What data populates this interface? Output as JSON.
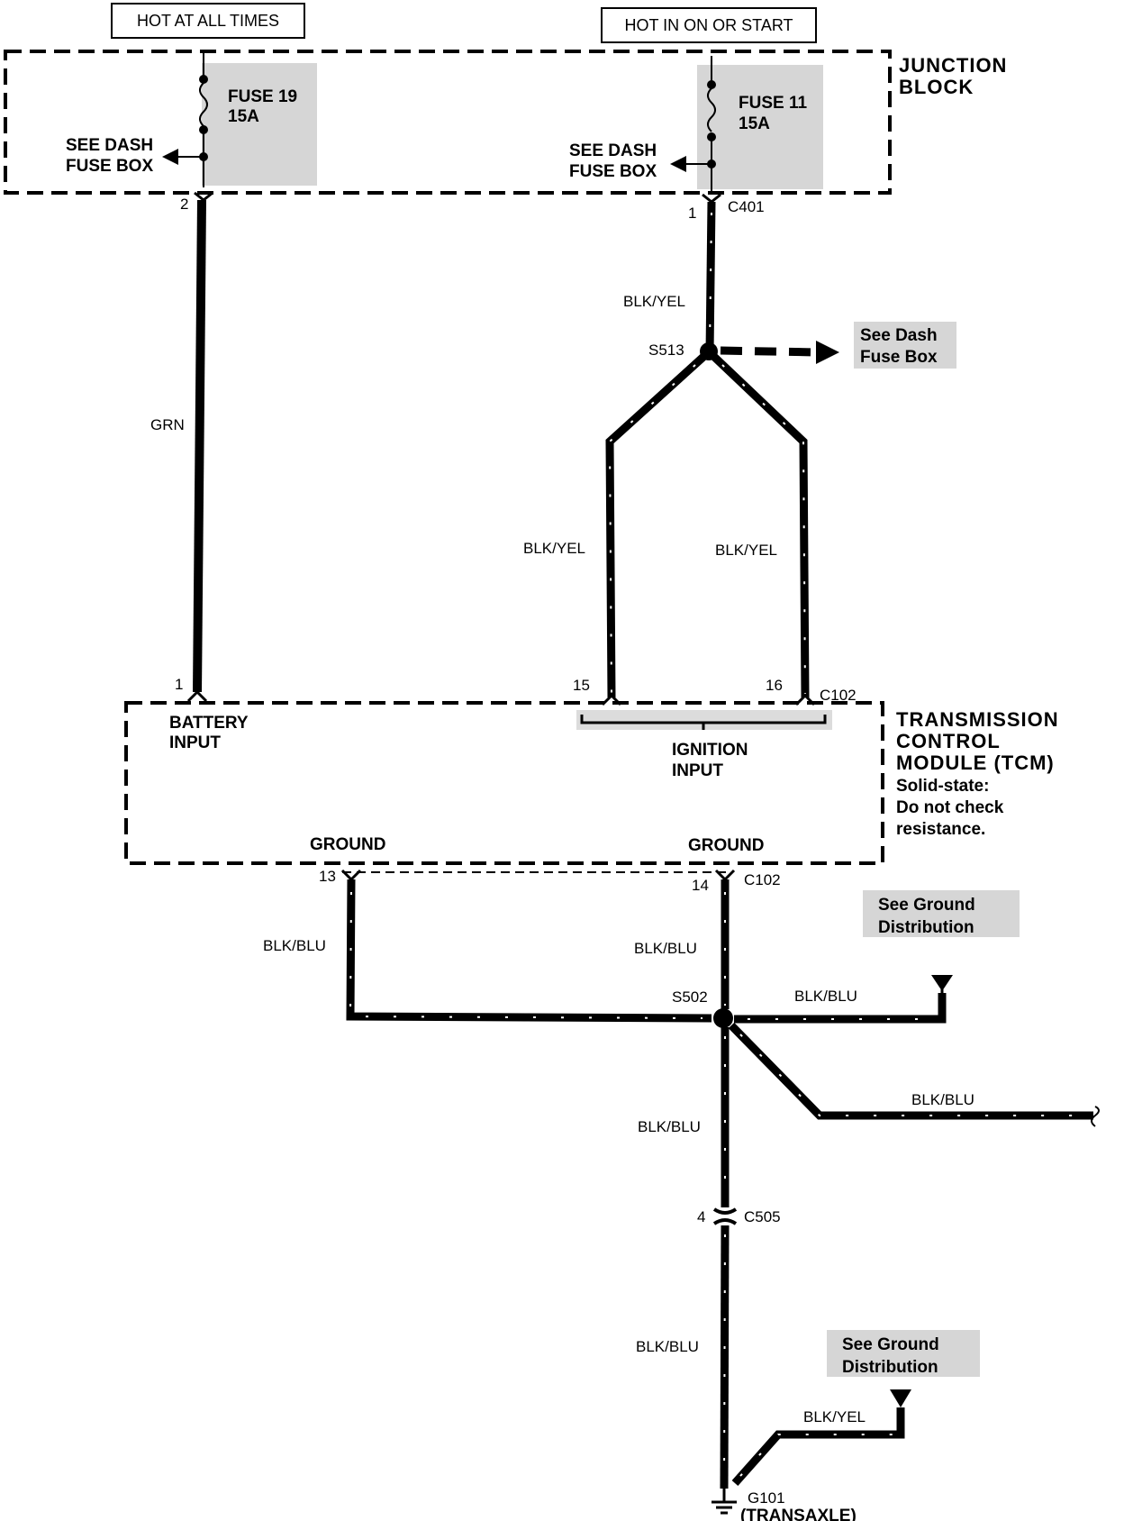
{
  "labels": {
    "hot_at_all_times": "HOT AT ALL TIMES",
    "hot_in_on_or_start": "HOT IN ON OR START",
    "junction_block_1": "JUNCTION",
    "junction_block_2": "BLOCK",
    "fuse19": "FUSE 19",
    "fuse19_rating": "15A",
    "fuse11": "FUSE 11",
    "fuse11_rating": "15A",
    "see_dash_1": "SEE DASH",
    "see_dash_2": "FUSE BOX",
    "pin2": "2",
    "pin1_c401": "1",
    "c401": "C401",
    "blk_yel_top": "BLK/YEL",
    "s513": "S513",
    "see_dash_fuse_1": "See Dash",
    "see_dash_fuse_2": "Fuse Box",
    "grn": "GRN",
    "blk_yel_left": "BLK/YEL",
    "blk_yel_right": "BLK/YEL",
    "pin1_tcm": "1",
    "pin15": "15",
    "pin16": "16",
    "c102_top": "C102",
    "battery_input_1": "BATTERY",
    "battery_input_2": "INPUT",
    "ignition_input_1": "IGNITION",
    "ignition_input_2": "INPUT",
    "tcm_1": "TRANSMISSION",
    "tcm_2": "CONTROL",
    "tcm_3": "MODULE (TCM)",
    "tcm_note_1": "Solid-state:",
    "tcm_note_2": "Do not check",
    "tcm_note_3": "resistance.",
    "ground_left": "GROUND",
    "ground_right": "GROUND",
    "pin13": "13",
    "pin14": "14",
    "c102_bottom": "C102",
    "see_ground_1": "See Ground",
    "see_ground_2": "Distribution",
    "blk_blu_left": "BLK/BLU",
    "blk_blu_center": "BLK/BLU",
    "s502": "S502",
    "blk_blu_right": "BLK/BLU",
    "blk_blu_branch": "BLK/BLU",
    "blk_blu_down": "BLK/BLU",
    "pin4": "4",
    "c505": "C505",
    "blk_blu_bottom": "BLK/BLU",
    "see_ground_b_1": "See Ground",
    "see_ground_b_2": "Distribution",
    "blk_yel_ground": "BLK/YEL",
    "g101": "G101",
    "transaxle": "(TRANSAXLE)"
  }
}
